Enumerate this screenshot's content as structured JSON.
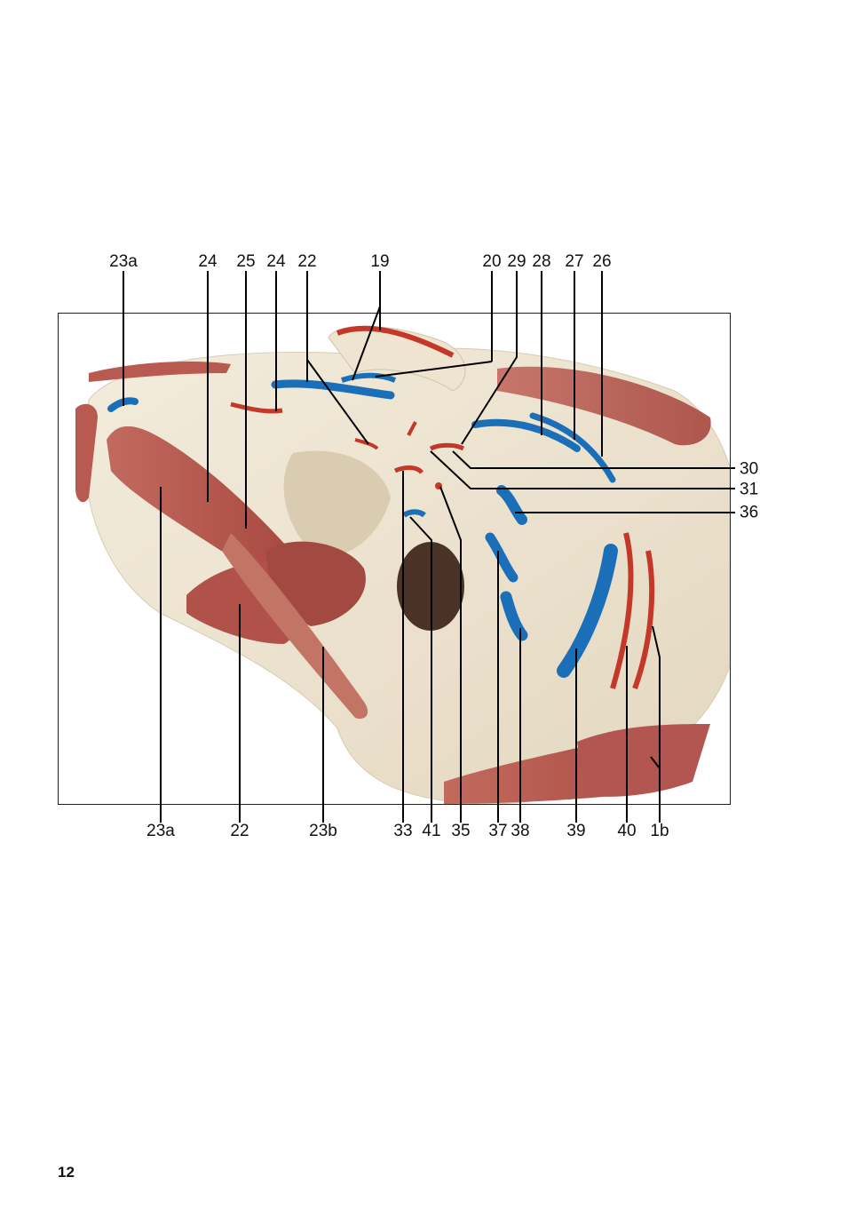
{
  "figure": {
    "description_labels": {
      "top": [
        "23a",
        "24",
        "25",
        "24",
        "22",
        "19",
        "20",
        "29",
        "28",
        "27",
        "26"
      ],
      "right": [
        "30",
        "31",
        "36"
      ],
      "bottom": [
        "23a",
        "22",
        "23b",
        "33",
        "41",
        "35",
        "37",
        "38",
        "39",
        "40",
        "1b"
      ]
    }
  },
  "page": {
    "number": "12"
  },
  "colors": {
    "muscle": "#b85a50",
    "artery": "#c4382a",
    "vein": "#1b6fb8",
    "bone": "#ece3cf",
    "line": "#000000"
  }
}
